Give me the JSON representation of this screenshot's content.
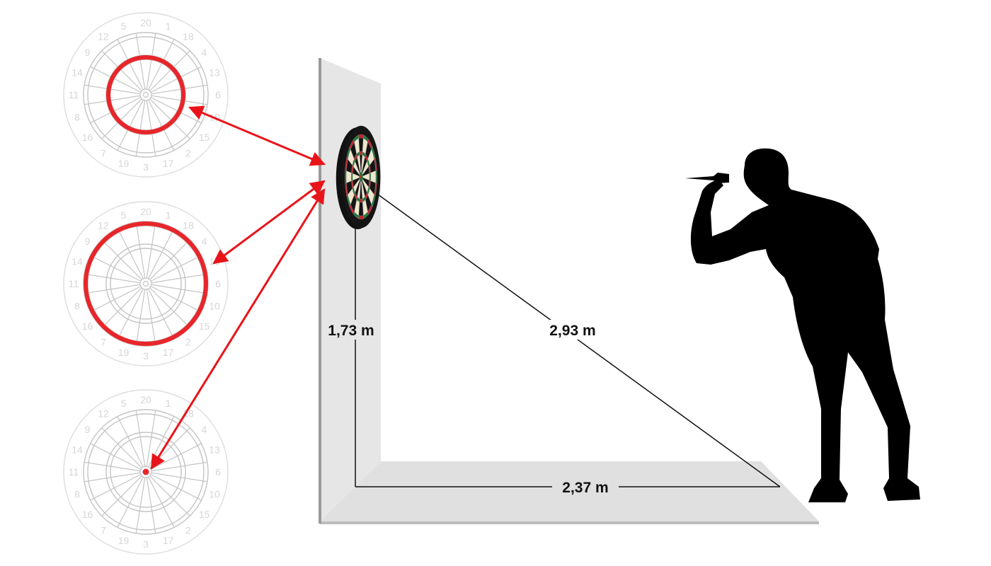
{
  "diagram": {
    "measurements": {
      "height": "1,73 m",
      "hypotenuse": "2,93 m",
      "floor": "2,37 m"
    },
    "dartboard_numbers": [
      "20",
      "1",
      "18",
      "4",
      "13",
      "6",
      "10",
      "15",
      "2",
      "17",
      "3",
      "19",
      "7",
      "16",
      "8",
      "11",
      "14",
      "9",
      "12",
      "5"
    ],
    "reference_boards": [
      {
        "highlight": "triple-ring"
      },
      {
        "highlight": "double-ring"
      },
      {
        "highlight": "bullseye"
      }
    ],
    "colors": {
      "highlight": "#e8262a",
      "arrow": "#e8141a",
      "wall": "#e4e4e4",
      "silhouette": "#000000",
      "board_green": "#1f7a3a",
      "board_red": "#c8202a",
      "board_black": "#151515",
      "board_cream": "#efe6cc"
    }
  }
}
